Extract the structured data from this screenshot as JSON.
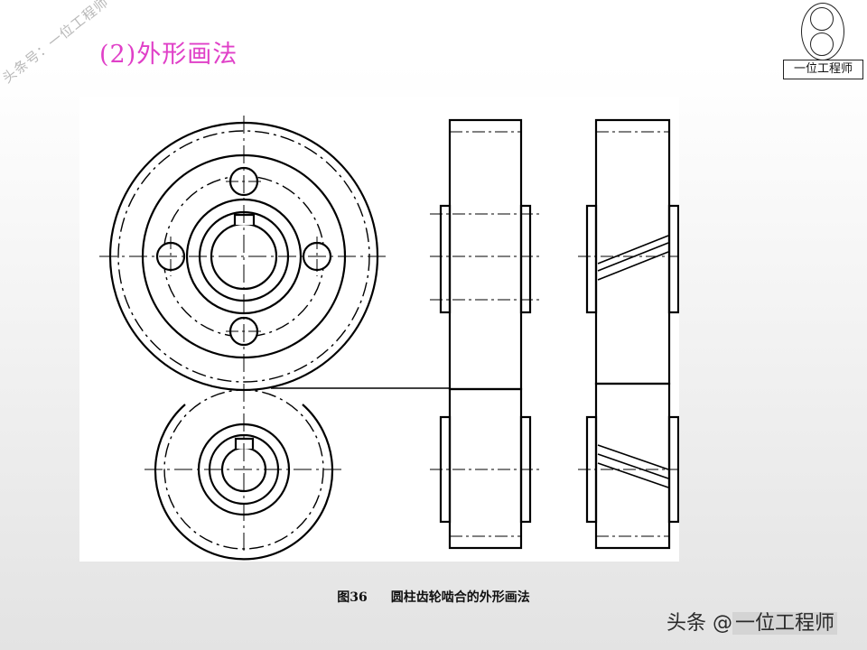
{
  "slide": {
    "title": "(2)外形画法",
    "watermark_diagonal": "头条号：一位工程师"
  },
  "logo": {
    "label": "一位工程师"
  },
  "figure": {
    "caption_number": "图36",
    "caption_text": "圆柱齿轮啮合的外形画法",
    "description_icon": "gear-meshing-drawing"
  },
  "source_badge": {
    "prefix": "头条 @",
    "name": "一位工程师"
  }
}
